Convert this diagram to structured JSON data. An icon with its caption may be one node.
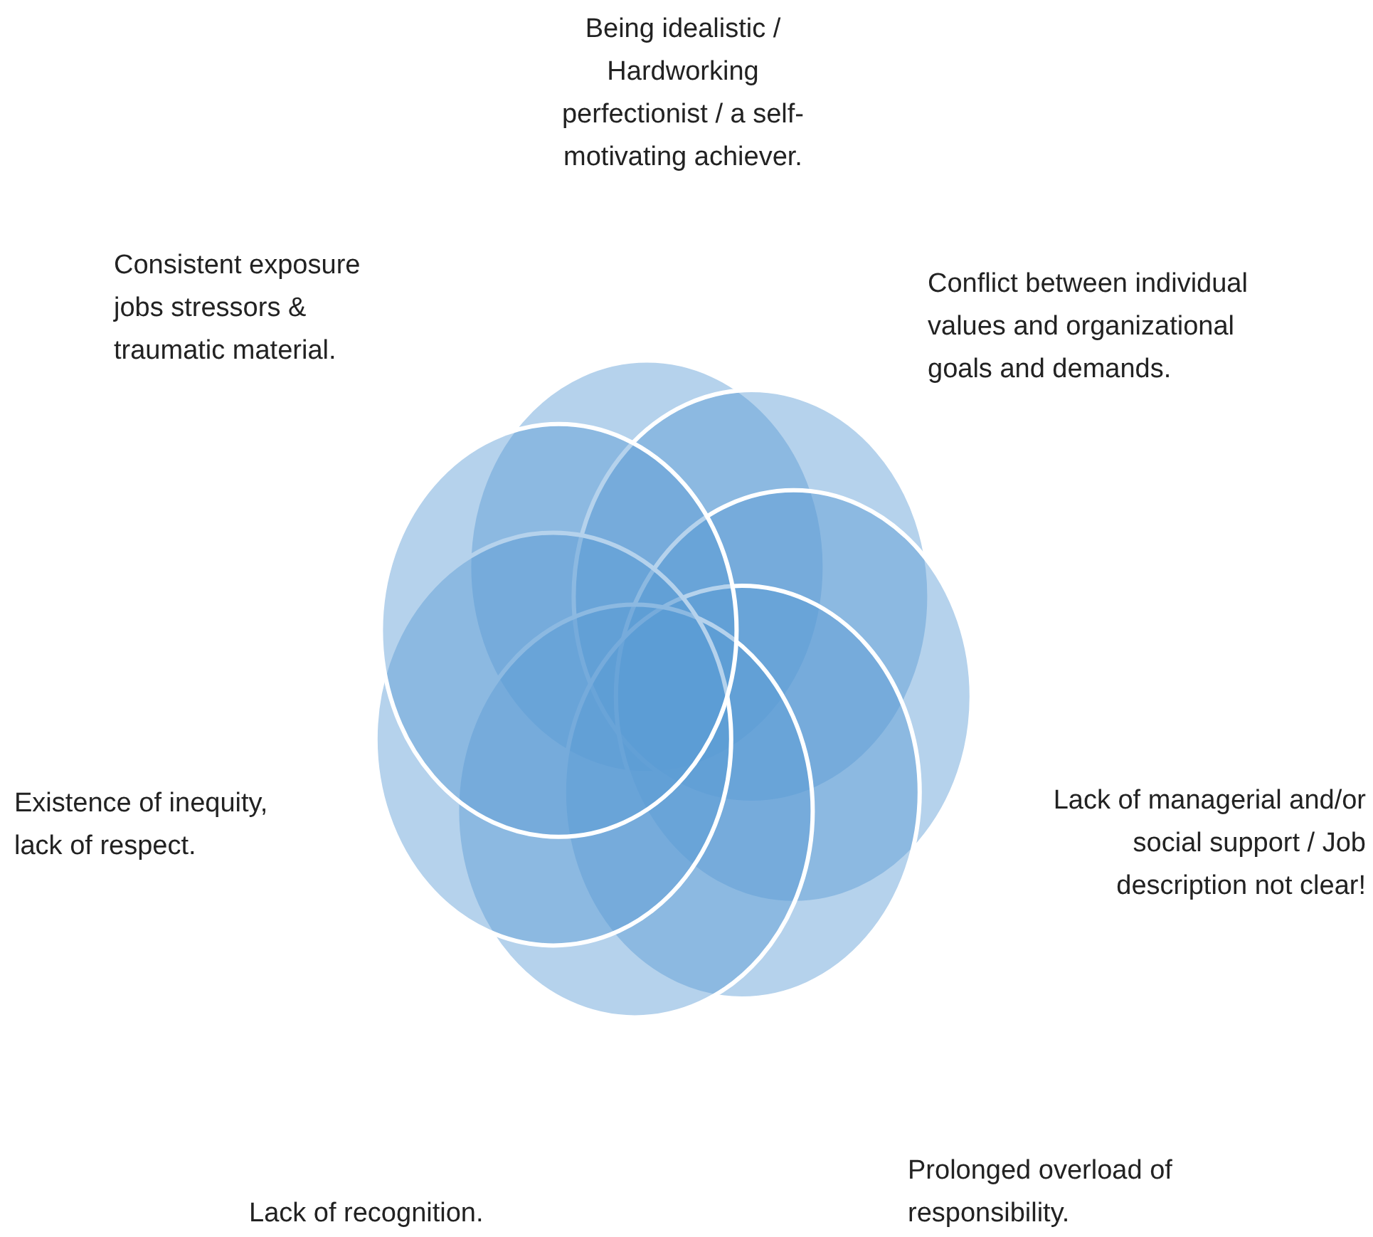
{
  "diagram": {
    "labels": [
      "Being idealistic / Hardworking perfectionist / a self-motivating achiever.",
      "Consistent exposure jobs stressors & traumatic material.",
      "Conflict between individual values and organizational goals and demands.",
      "Existence of inequity, lack of respect.",
      "Lack of managerial and/or social support / Job description not clear!",
      "Prolonged overload of responsibility.",
      "Lack of recognition."
    ]
  }
}
